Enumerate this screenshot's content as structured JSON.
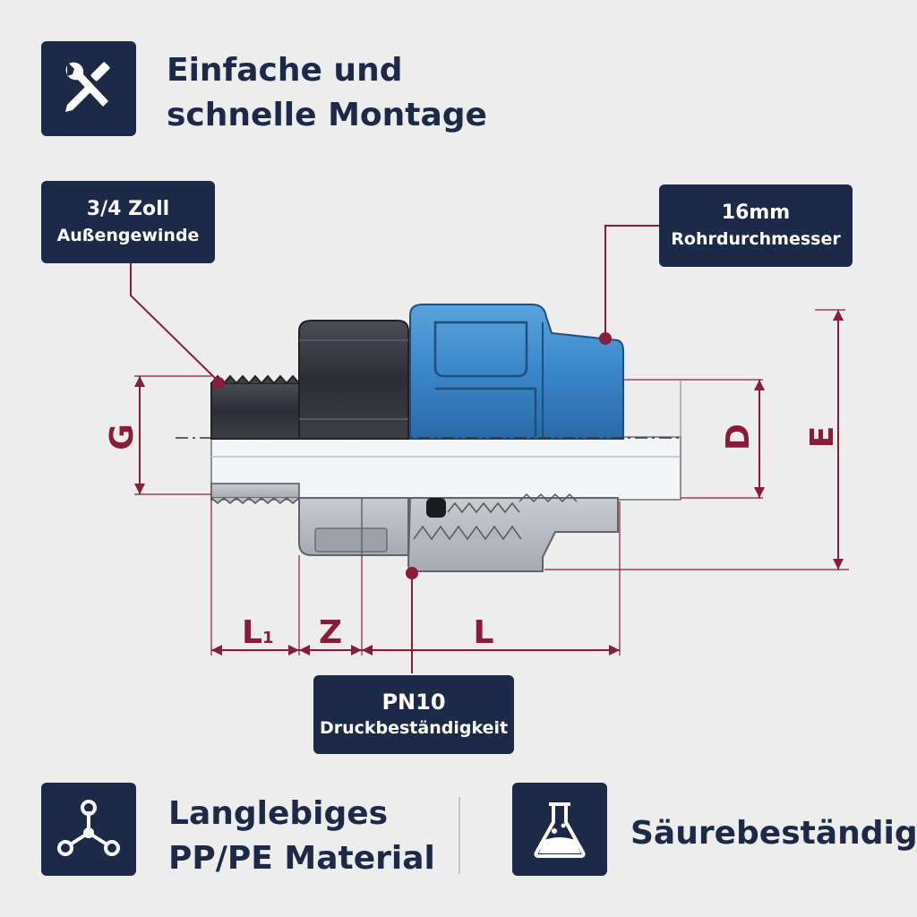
{
  "features": {
    "assembly": {
      "line1": "Einfache und",
      "line2": "schnelle Montage",
      "icon": "wrench-screwdriver-icon"
    },
    "material": {
      "line1": "Langlebiges",
      "line2": "PP/PE Material",
      "icon": "molecule-icon"
    },
    "acid": {
      "label": "Säurebeständig",
      "icon": "flask-icon"
    }
  },
  "callouts": {
    "thread": {
      "line1": "3/4 Zoll",
      "line2": "Außengewinde"
    },
    "pipe": {
      "line1": "16mm",
      "line2": "Rohrdurchmesser"
    },
    "pressure": {
      "line1": "PN10",
      "line2": "Druckbeständigkeit"
    }
  },
  "dimensions": {
    "g": "G",
    "d": "D",
    "e": "E",
    "l1": "L",
    "l1_sub": "1",
    "z": "Z",
    "l": "L"
  },
  "colors": {
    "navy": "#1c2a48",
    "accent": "#8a1c3a",
    "blue": "#3a86c8",
    "background": "#ededee"
  }
}
